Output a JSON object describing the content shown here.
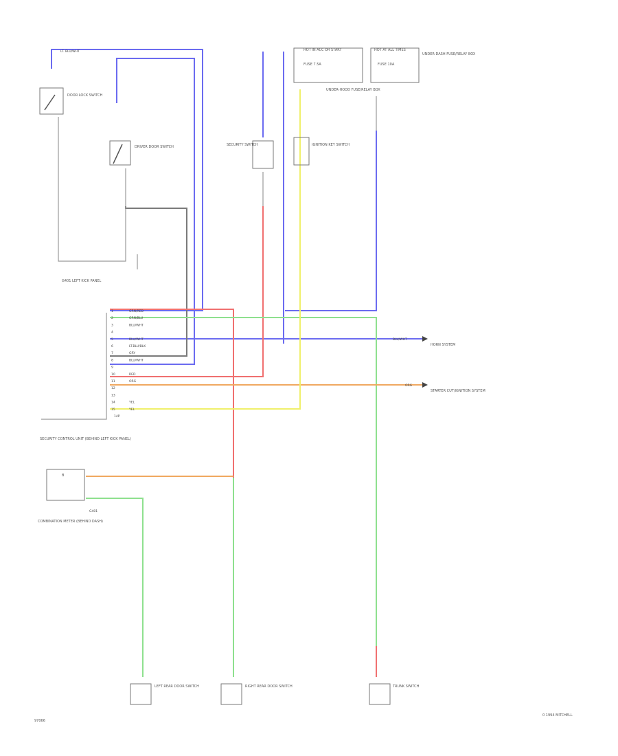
{
  "labels": {
    "top_wire": "LT. BLU/WHT",
    "door_lock_switch": "DOOR LOCK SWITCH",
    "driver_door_switch": "DRIVER DOOR SWITCH",
    "gnd_left_kick_panel": "G401 LEFT KICK PANEL",
    "security_switch": "SECURITY SWITCH",
    "hot_in_acc": "HOT IN ACC OR START",
    "hot_at_all_times": "HOT AT ALL TIMES",
    "fuse_a": "FUSE 7.5A",
    "fuse_b": "FUSE 10A",
    "fuse_box_note": "UNDER-DASH FUSE/RELAY BOX",
    "underhood_note": "UNDER-HOOD FUSE/RELAY BOX",
    "ignition_key_switch": "IGNITION KEY SWITCH",
    "control_unit": "SECURITY CONTROL UNIT (BEHIND LEFT KICK PANEL)",
    "horn_system": "HORN SYSTEM",
    "starter_system": "STARTER CUT/IGNITION SYSTEM",
    "wire_blu_wht_r": "BLU/WHT",
    "wire_org": "ORG",
    "cluster_box_label": "B",
    "cluster": "COMBINATION METER (BEHIND DASH)",
    "cluster_gnd": "G401",
    "left_rear_door_switch": "LEFT REAR DOOR SWITCH",
    "right_rear_door_switch": "RIGHT REAR DOOR SWITCH",
    "trunk_switch": "TRUNK SWITCH",
    "left_code": "97066",
    "right_code": "0 1994 MITCHELL",
    "control_unit_rows": [
      "GRN/RED",
      "GRN/BLU",
      "BLU/WHT",
      "",
      "BLU/WHT",
      "LT.BLU/BLK",
      "GRY",
      "BLU/WHT",
      "",
      "RED",
      "ORG",
      "",
      "",
      "YEL",
      "YEL"
    ],
    "plug": "14P"
  },
  "colors": {
    "blue": "#6b6bf0",
    "red": "#f07070",
    "green": "#8ee08e",
    "yellow": "#f0f06a",
    "orange": "#f0a860",
    "gray": "#7a7a7a",
    "black_wire": "#999999"
  }
}
